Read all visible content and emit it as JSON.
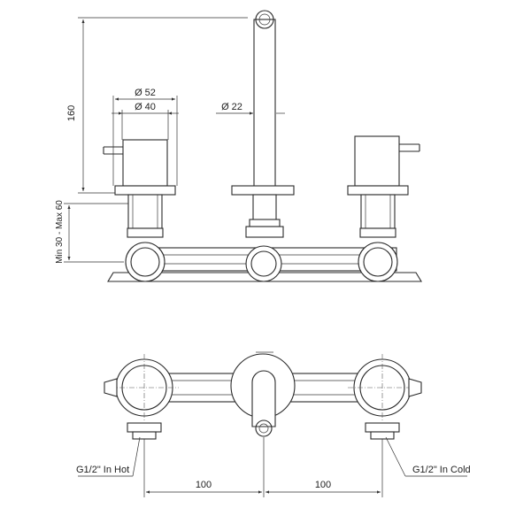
{
  "dimensions": {
    "height_total": "160",
    "height_range": "Min 30 - Max 60",
    "dia_outer": "Ø 52",
    "dia_inner": "Ø 40",
    "dia_spout": "Ø 22",
    "spacing_left": "100",
    "spacing_right": "100"
  },
  "callouts": {
    "hot_inlet": "G1/2\" In Hot",
    "cold_inlet": "G1/2\" In Cold"
  }
}
